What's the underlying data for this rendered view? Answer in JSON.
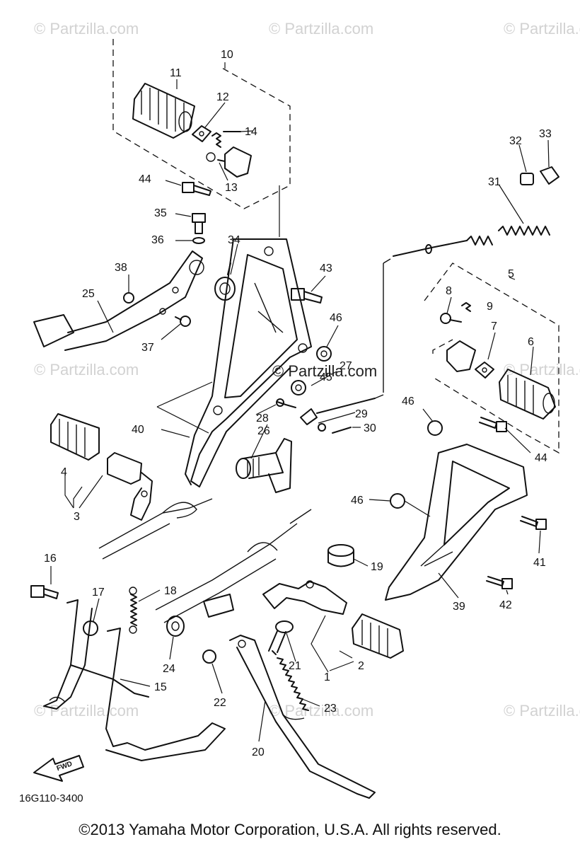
{
  "watermark": "© Partzilla.com",
  "watermark_center": "© Partzilla.com",
  "diagram_code": "16G110-3400",
  "fwd_label": "FWD",
  "copyright": "©2013 Yamaha Motor Corporation, U.S.A. All rights reserved.",
  "callouts": {
    "c1": "1",
    "c2": "2",
    "c3": "3",
    "c4": "4",
    "c5": "5",
    "c6": "6",
    "c7": "7",
    "c8": "8",
    "c9": "9",
    "c10": "10",
    "c11": "11",
    "c12": "12",
    "c13": "13",
    "c14": "14",
    "c15": "15",
    "c16": "16",
    "c17": "17",
    "c18": "18",
    "c19": "19",
    "c20": "20",
    "c21": "21",
    "c22": "22",
    "c23": "23",
    "c24": "24",
    "c25": "25",
    "c26": "26",
    "c27": "27",
    "c28": "28",
    "c29": "29",
    "c30": "30",
    "c31": "31",
    "c32": "32",
    "c33": "33",
    "c34": "34",
    "c35": "35",
    "c36": "36",
    "c37": "37",
    "c38": "38",
    "c39": "39",
    "c40": "40",
    "c41": "41",
    "c42": "42",
    "c43": "43",
    "c44": "44",
    "c44b": "44",
    "c45": "45",
    "c46": "46",
    "c46b": "46",
    "c46c": "46"
  }
}
